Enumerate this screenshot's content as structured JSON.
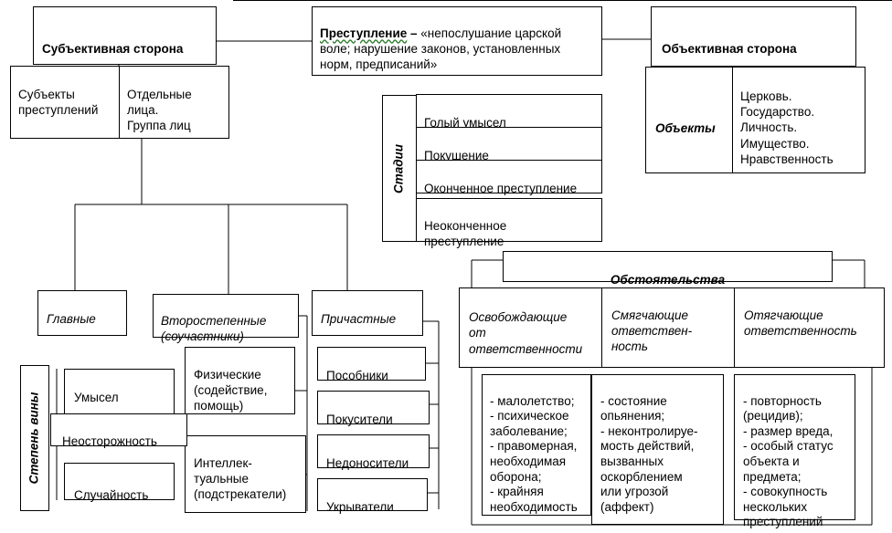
{
  "crime": {
    "title": "Преступление",
    "dash": " – ",
    "definition": "«непослушание царской воле; нарушение законов, установленных норм, предписаний»"
  },
  "subjective": {
    "title": "Субъективная сторона",
    "subjects_label": "Субъекты преступлений",
    "subjects_value": "Отдельные лица.\nГруппа лиц"
  },
  "objective": {
    "title": "Объективная сторона",
    "objects_label": "Объекты",
    "objects_list": "Церковь.\nГосударство.\nЛичность.\nИмущество.\nНравственность"
  },
  "stages": {
    "label": "Стадии",
    "items": [
      "Голый умысел",
      "Покушение",
      "Оконченное преступление",
      "Неоконченное\nпреступление"
    ]
  },
  "participants": {
    "main": "Главные",
    "secondary": "Второстепенные\n(соучастники)",
    "involved": "Причастные",
    "physical": "Физические\n(содействие,\nпомощь)",
    "intellectual": "Интеллек-\nтуальные\n(подстрекатели)",
    "involved_items": [
      "Пособники",
      "Покусители",
      "Недоносители",
      "Укрыватели"
    ]
  },
  "guilt": {
    "label": "Степень вины",
    "items": [
      "Умысел",
      "Неосторожность",
      "Случайность"
    ]
  },
  "circumstances": {
    "title": "Обстоятельства",
    "exempting": {
      "title": "Освобождающие\nот\nответственности",
      "items": "- малолетство;\n- психическое\nзаболевание;\n- правомерная,\nнеобходимая\nоборона;\n- крайняя\nнеобходимость"
    },
    "mitigating": {
      "title": "Смягчающие\nответствен-\nность",
      "items": "- состояние\nопьянения;\n- неконтролируе-\nмость действий,\nвызванных\nоскорблением\nили угрозой\n(аффект)"
    },
    "aggravating": {
      "title": "Отягчающие\nответственность",
      "items": "- повторность\n(рецидив);\n- размер вреда,\n- особый статус\nобъекта и\nпредмета;\n- совокупность\nнескольких\nпреступлений"
    }
  }
}
